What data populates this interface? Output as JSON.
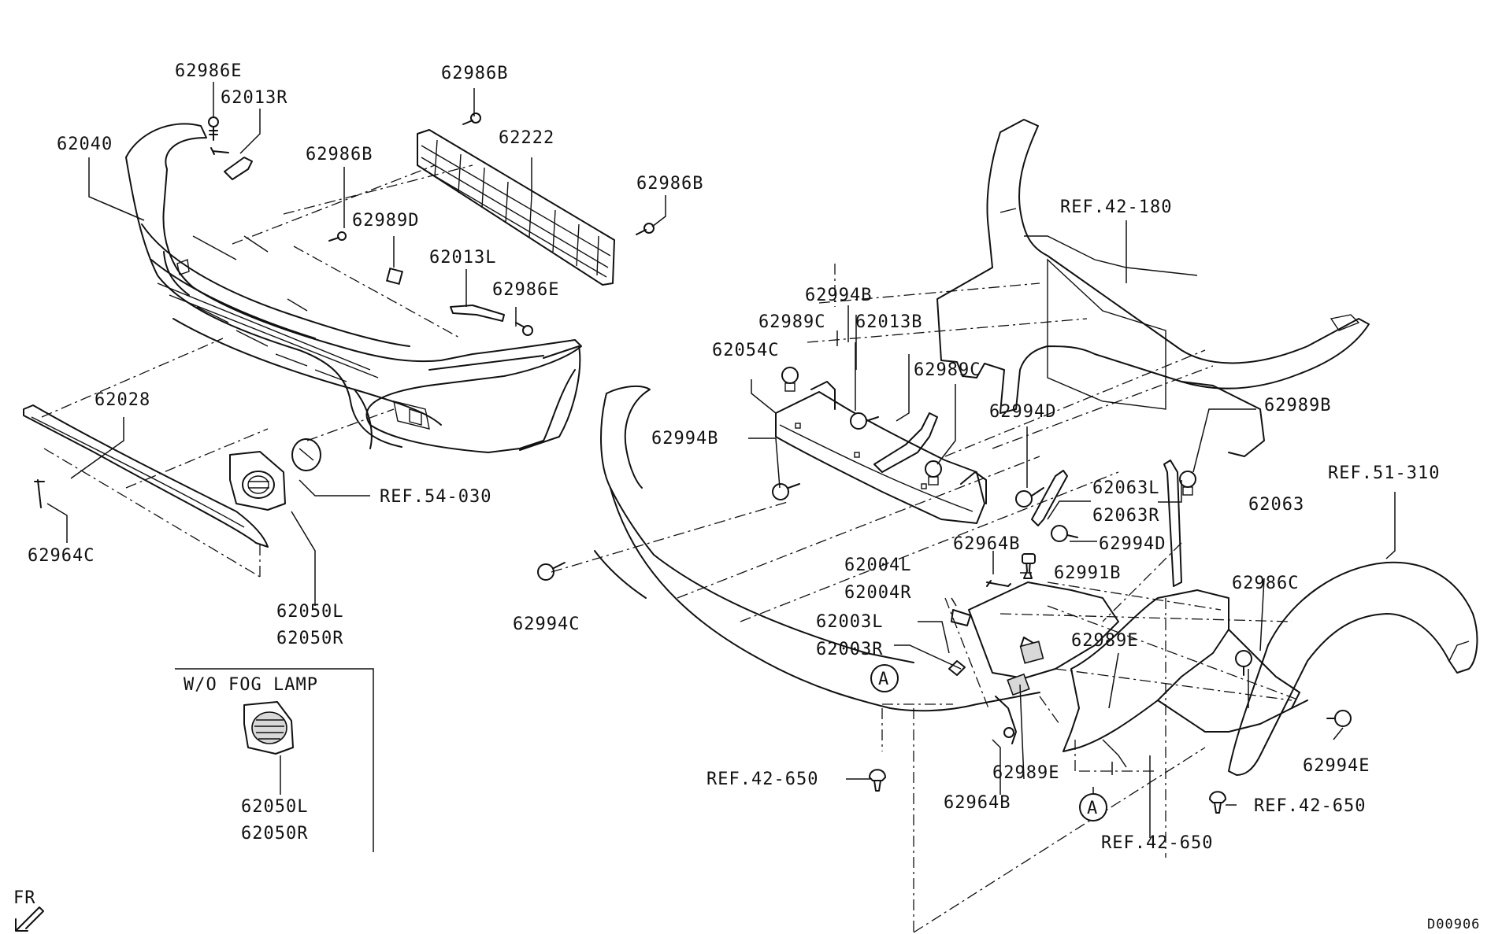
{
  "labels": {
    "p62986E_a": "62986E",
    "p62013R": "62013R",
    "p62986B_a": "62986B",
    "p62040": "62040",
    "p62222": "62222",
    "p62986B_b": "62986B",
    "p62986B_c": "62986B",
    "p62989D": "62989D",
    "p62013L": "62013L",
    "p62986E_b": "62986E",
    "p62028": "62028",
    "pREF54": "REF.54-030",
    "p62964C": "62964C",
    "p62050L_a": "62050L",
    "p62050R_a": "62050R",
    "wo_fog_title": "W/O FOG LAMP",
    "p62050L_b": "62050L",
    "p62050R_b": "62050R",
    "fr": "FR",
    "pREF42_180": "REF.42-180",
    "p62994B_a": "62994B",
    "p62989C_a": "62989C",
    "p62013B": "62013B",
    "p62054C": "62054C",
    "p62989C_b": "62989C",
    "p62994B_b": "62994B",
    "p62994D_a": "62994D",
    "p62989B": "62989B",
    "pREF51": "REF.51-310",
    "p62063L": "62063L",
    "p62063R": "62063R",
    "p62063": "62063",
    "p62994D_b": "62994D",
    "p62964B_a": "62964B",
    "p62991B": "62991B",
    "p62994C": "62994C",
    "p62004L": "62004L",
    "p62004R": "62004R",
    "p62986C": "62986C",
    "p62003L": "62003L",
    "p62003R": "62003R",
    "p62989E_a": "62989E",
    "circleA_1": "A",
    "p62994E": "62994E",
    "pREF42_650_a": "REF.42-650",
    "p62989E_b": "62989E",
    "p62964B_b": "62964B",
    "circleA_2": "A",
    "pREF42_650_b": "REF.42-650",
    "pREF42_650_c": "REF.42-650",
    "code": "D00906"
  }
}
